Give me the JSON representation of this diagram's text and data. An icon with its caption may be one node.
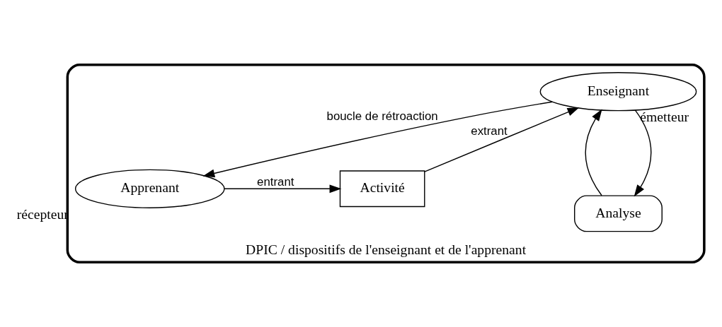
{
  "diagram": {
    "nodes": [
      {
        "text": [
          "DPIC / dispositifs de l'enseignant et de l'apprenant"
        ]
      },
      {
        "text": [
          "Apprenant"
        ],
        "in": 0,
        "beside": [
          "récepteur"
        ]
      },
      {
        "text": [
          "Activité"
        ],
        "in": 0
      },
      {
        "text": [
          "Analyse"
        ],
        "in": 0
      },
      {
        "text": [
          "Enseignant"
        ],
        "in": 0,
        "beside": [
          "émetteur"
        ]
      }
    ],
    "edges": [
      {
        "from": 1,
        "to": 2,
        "arrow": "to",
        "label": "entrant"
      },
      {
        "from": 2,
        "to": 4,
        "arrow": "to",
        "label": "extrant"
      },
      {
        "from": 4,
        "to": 3,
        "arrow": "to"
      },
      {
        "from": 3,
        "to": 4,
        "arrow": "to"
      },
      {
        "from": 4,
        "to": 1,
        "arrow": "to",
        "label": "boucle de rétroaction"
      }
    ]
  }
}
